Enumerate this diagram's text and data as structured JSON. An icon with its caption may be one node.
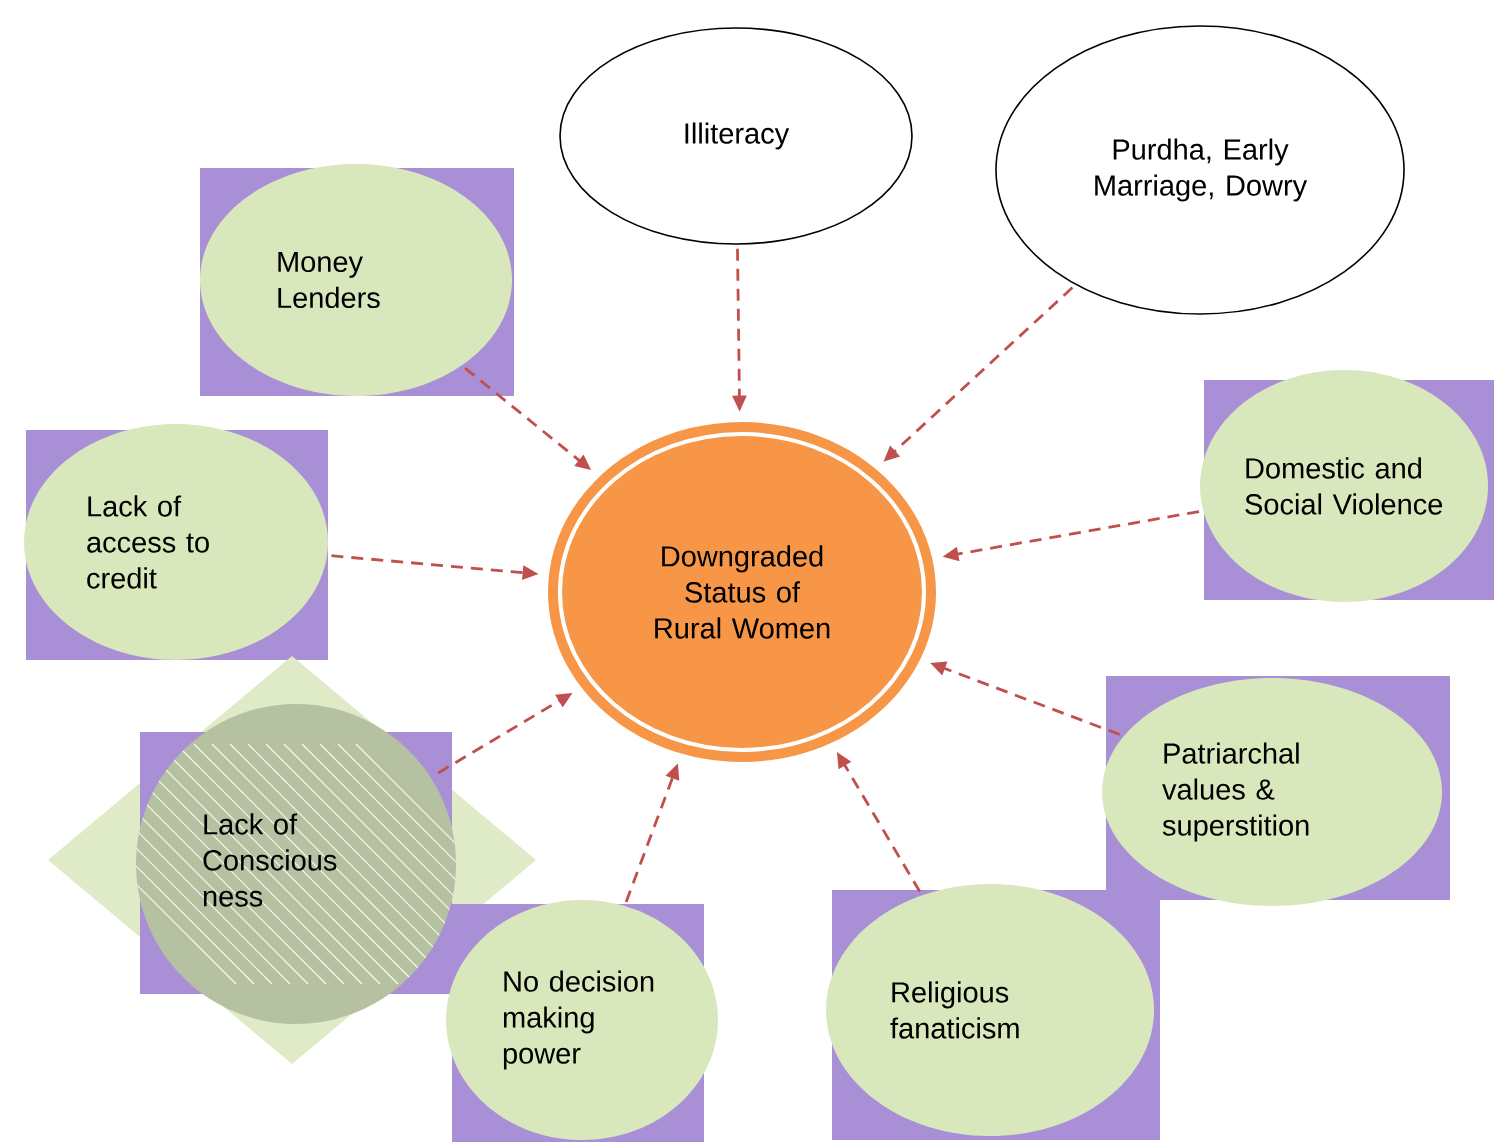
{
  "diagram": {
    "nodes": [
      {
        "text": [
          "Illiteracy"
        ]
      },
      {
        "text": [
          "Purdha, Early Marriage, Dowry"
        ]
      },
      {
        "text": [
          "Money Lenders"
        ]
      },
      {
        "text": [
          "Domestic and Social Violence"
        ]
      },
      {
        "text": [
          "Lack of access to credit"
        ]
      },
      {
        "text": [
          "Downgraded Status of Rural Women"
        ]
      },
      {
        "text": [
          "Lack of Conscious ness"
        ]
      },
      {
        "text": [
          "Patriarchal values & superstition"
        ]
      },
      {
        "text": [
          "No decision making power"
        ]
      },
      {
        "text": [
          "Religious fanaticism"
        ]
      }
    ],
    "edges": [
      {
        "from": 0,
        "to": 5,
        "arrow": "to",
        "style": "dashed"
      },
      {
        "from": 1,
        "to": 5,
        "arrow": "to",
        "style": "dashed"
      },
      {
        "from": 2,
        "to": 5,
        "arrow": "to",
        "style": "dashed"
      },
      {
        "from": 3,
        "to": 5,
        "arrow": "to",
        "style": "dashed"
      },
      {
        "from": 4,
        "to": 5,
        "arrow": "to",
        "style": "dashed"
      },
      {
        "from": 6,
        "to": 5,
        "arrow": "to",
        "style": "dashed"
      },
      {
        "from": 7,
        "to": 5,
        "arrow": "to",
        "style": "dashed"
      },
      {
        "from": 8,
        "to": 5,
        "arrow": "to",
        "style": "dashed"
      },
      {
        "from": 9,
        "to": 5,
        "arrow": "to",
        "style": "dashed"
      }
    ]
  }
}
